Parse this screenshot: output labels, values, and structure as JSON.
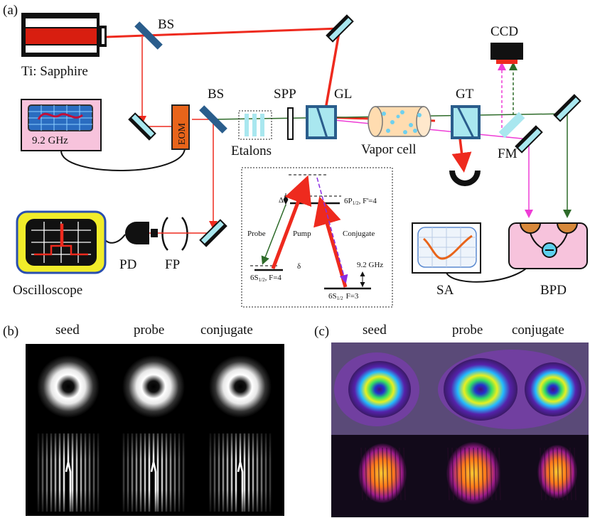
{
  "panel_a": {
    "panel_label": "(a)",
    "laser_label": "Ti: Sapphire",
    "bs1_label": "BS",
    "bs2_label": "BS",
    "generator_display": "9.2 GHz",
    "eom_label": "EOM",
    "etalons_label": "Etalons",
    "spp_label": "SPP",
    "gl_label": "GL",
    "gt_label": "GT",
    "vapor_cell_label": "Vapor cell",
    "ccd_label": "CCD",
    "fm_label": "FM",
    "fp_label": "FP",
    "pd_label": "PD",
    "oscilloscope_label": "Oscilloscope",
    "sa_label": "SA",
    "bpd_label": "BPD",
    "level_diagram": {
      "delta_cap": "Δ",
      "delta_small": "δ",
      "excited_state": "6P",
      "excited_sub": "1/2",
      "excited_f": ", F'=4",
      "ground_upper": "6S",
      "ground_upper_sub": "1/2",
      "ground_upper_f": ", F=4",
      "ground_lower": "6S",
      "ground_lower_sub": "1/2",
      "ground_lower_f": "F=3",
      "splitting": "9.2 GHz",
      "probe": "Probe",
      "pump": "Pump",
      "conjugate": "Conjugate"
    }
  },
  "panel_b": {
    "panel_label": "(b)",
    "columns": [
      "seed",
      "probe",
      "conjugate"
    ]
  },
  "panel_c": {
    "panel_label": "(c)",
    "columns": [
      "seed",
      "probe",
      "conjugate"
    ]
  },
  "colors": {
    "beam_red": "#ee2a1e",
    "beam_green": "#2e6b2a",
    "beam_magenta": "#ee3dd6",
    "beam_violet": "#8a2be2",
    "optic_blue": "#2a5d8c",
    "optic_cyan": "#a9e7ef",
    "eom_orange": "#e8641a",
    "bpd_pink": "#f7c3dc"
  }
}
